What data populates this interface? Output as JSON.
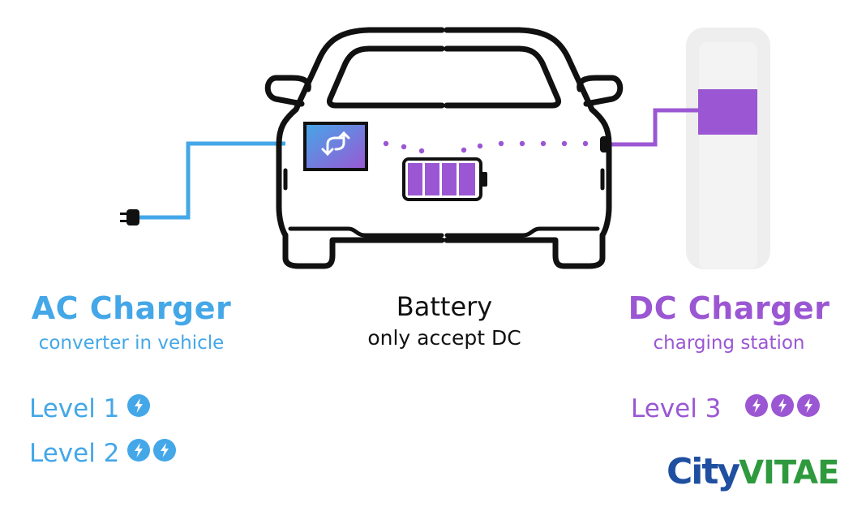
{
  "ac": {
    "title": "AC Charger",
    "subtitle": "converter in vehicle",
    "levels": [
      {
        "label": "Level 1",
        "bolts": 1
      },
      {
        "label": "Level 2",
        "bolts": 2
      }
    ]
  },
  "battery": {
    "title": "Battery",
    "subtitle": "only accept DC"
  },
  "dc": {
    "title": "DC Charger",
    "subtitle": "charging station",
    "levels": [
      {
        "label": "Level 3",
        "bolts": 3
      }
    ]
  },
  "logo": {
    "part1": "City",
    "part2": "VITAE"
  },
  "colors": {
    "ac": "#44a7e8",
    "dc": "#9b57d3",
    "battery_fill": "#9b57d3",
    "station_body": "#eeeeee",
    "outline": "#111111",
    "logo_city": "#1f4fa0",
    "logo_vitae": "#2f9a3d"
  }
}
